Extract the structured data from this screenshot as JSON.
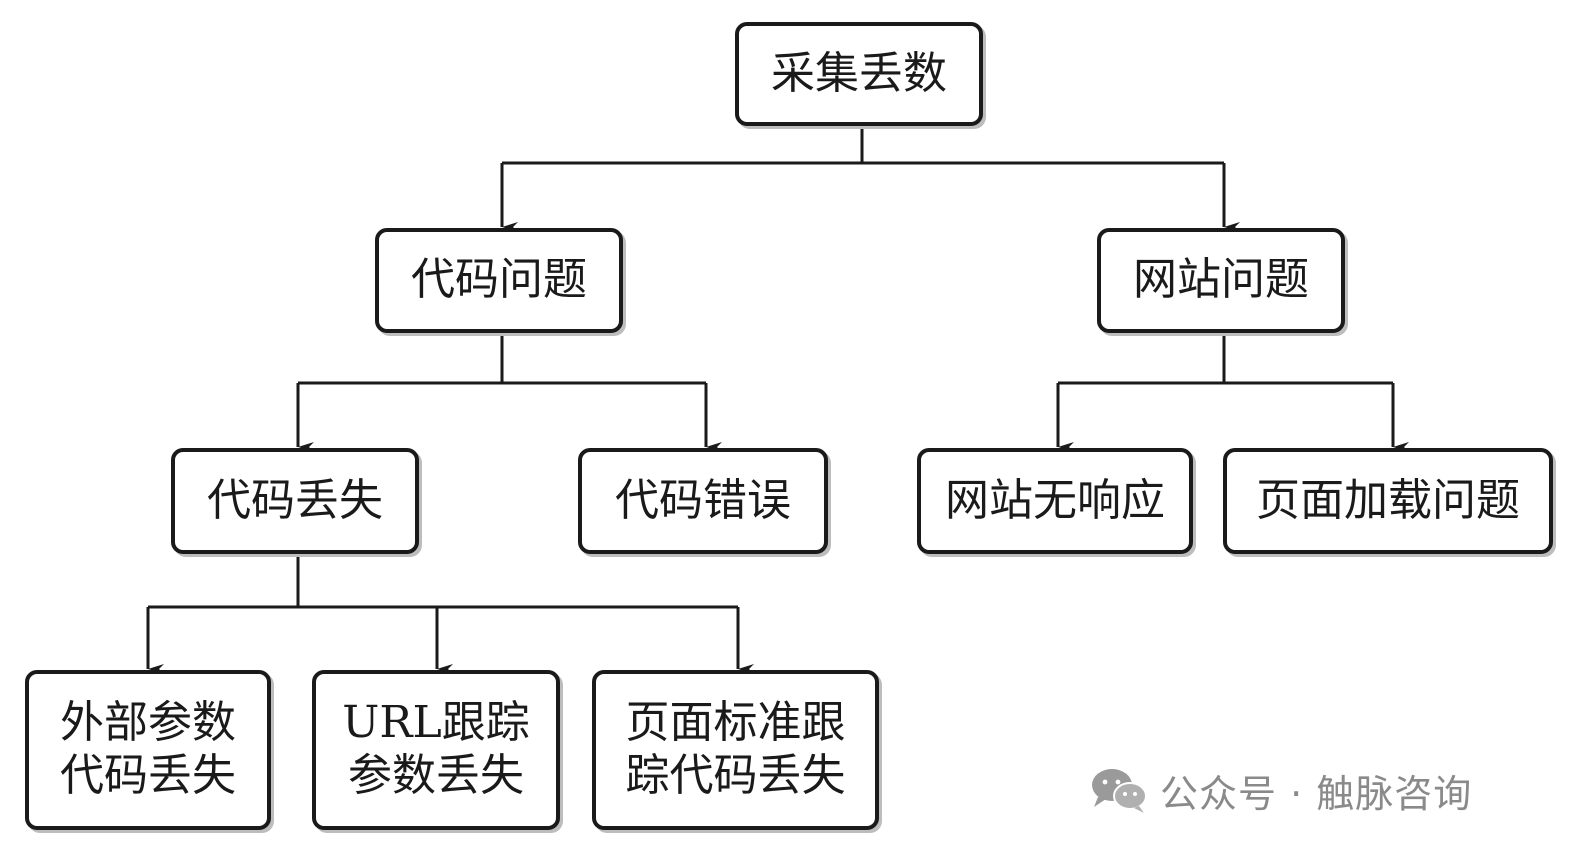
{
  "diagram": {
    "root": "采集丢数",
    "code_issue": "代码问题",
    "site_issue": "网站问题",
    "code_missing": "代码丢失",
    "code_error": "代码错误",
    "site_no_response": "网站无响应",
    "page_loading_issue": "页面加载问题",
    "external_param": [
      "外部参数",
      "代码丢失"
    ],
    "url_tracking": [
      "URL跟踪",
      "参数丢失"
    ],
    "page_standard_tracking": [
      "页面标准跟",
      "踪代码丢失"
    ]
  },
  "watermark": {
    "icon": "wechat-icon",
    "text": "公众号 · 触脉咨询"
  },
  "colors": {
    "stroke": "#1a1a1a",
    "watermark": "#8a8a8a"
  }
}
